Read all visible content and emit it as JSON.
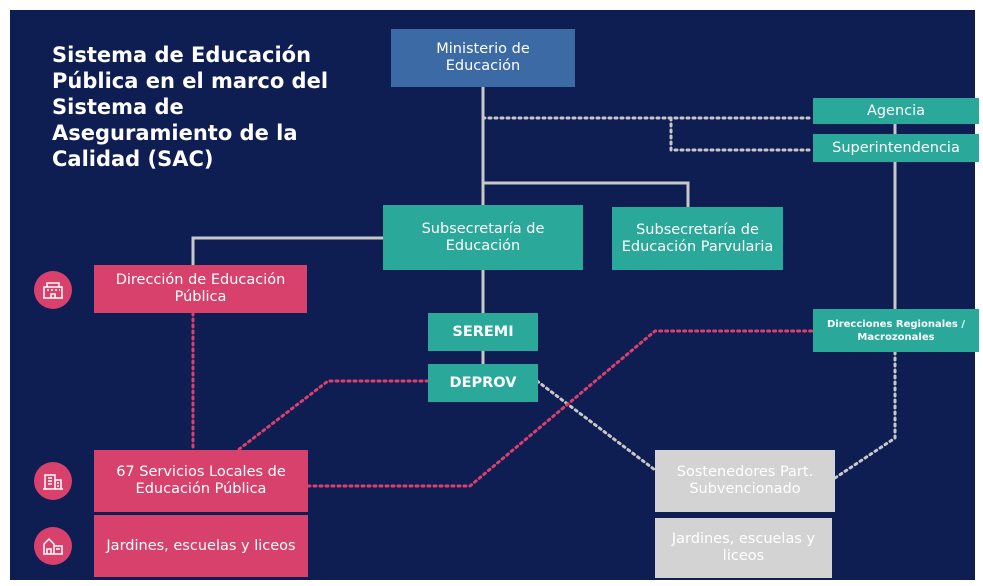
{
  "title": "Sistema de Educación Pública en el marco del Sistema de Aseguramiento de la Calidad (SAC)",
  "nodes": {
    "ministerio": "Ministerio de Educación",
    "agencia": "Agencia",
    "superintendencia": "Superintendencia",
    "subsecretaria_educacion": "Subsecretaría de Educación",
    "subsecretaria_parvularia": "Subsecretaría de Educación Parvularia",
    "direccion_publica": "Dirección de Educación Pública",
    "seremi": "SEREMI",
    "deprov": "DEPROV",
    "direcciones_regionales": "Direcciones Regionales / Macrozonales",
    "servicios_locales": "67 Servicios Locales de Educación Pública",
    "sostenedores": "Sostenedores Part. Subvencionado",
    "jardines_publicos": "Jardines, escuelas y liceos",
    "jardines_subvencionados": "Jardines, escuelas y liceos"
  },
  "colors": {
    "background": "#0e1d52",
    "ministry": "#3b6aa5",
    "teal": "#2aa89a",
    "pink": "#d9416d",
    "gray": "#d3d3d3",
    "connector": "#c8c8c8"
  },
  "icons": {
    "direccion": "school-building-icon",
    "servicios": "office-building-icon",
    "jardines": "kindergarten-icon"
  }
}
